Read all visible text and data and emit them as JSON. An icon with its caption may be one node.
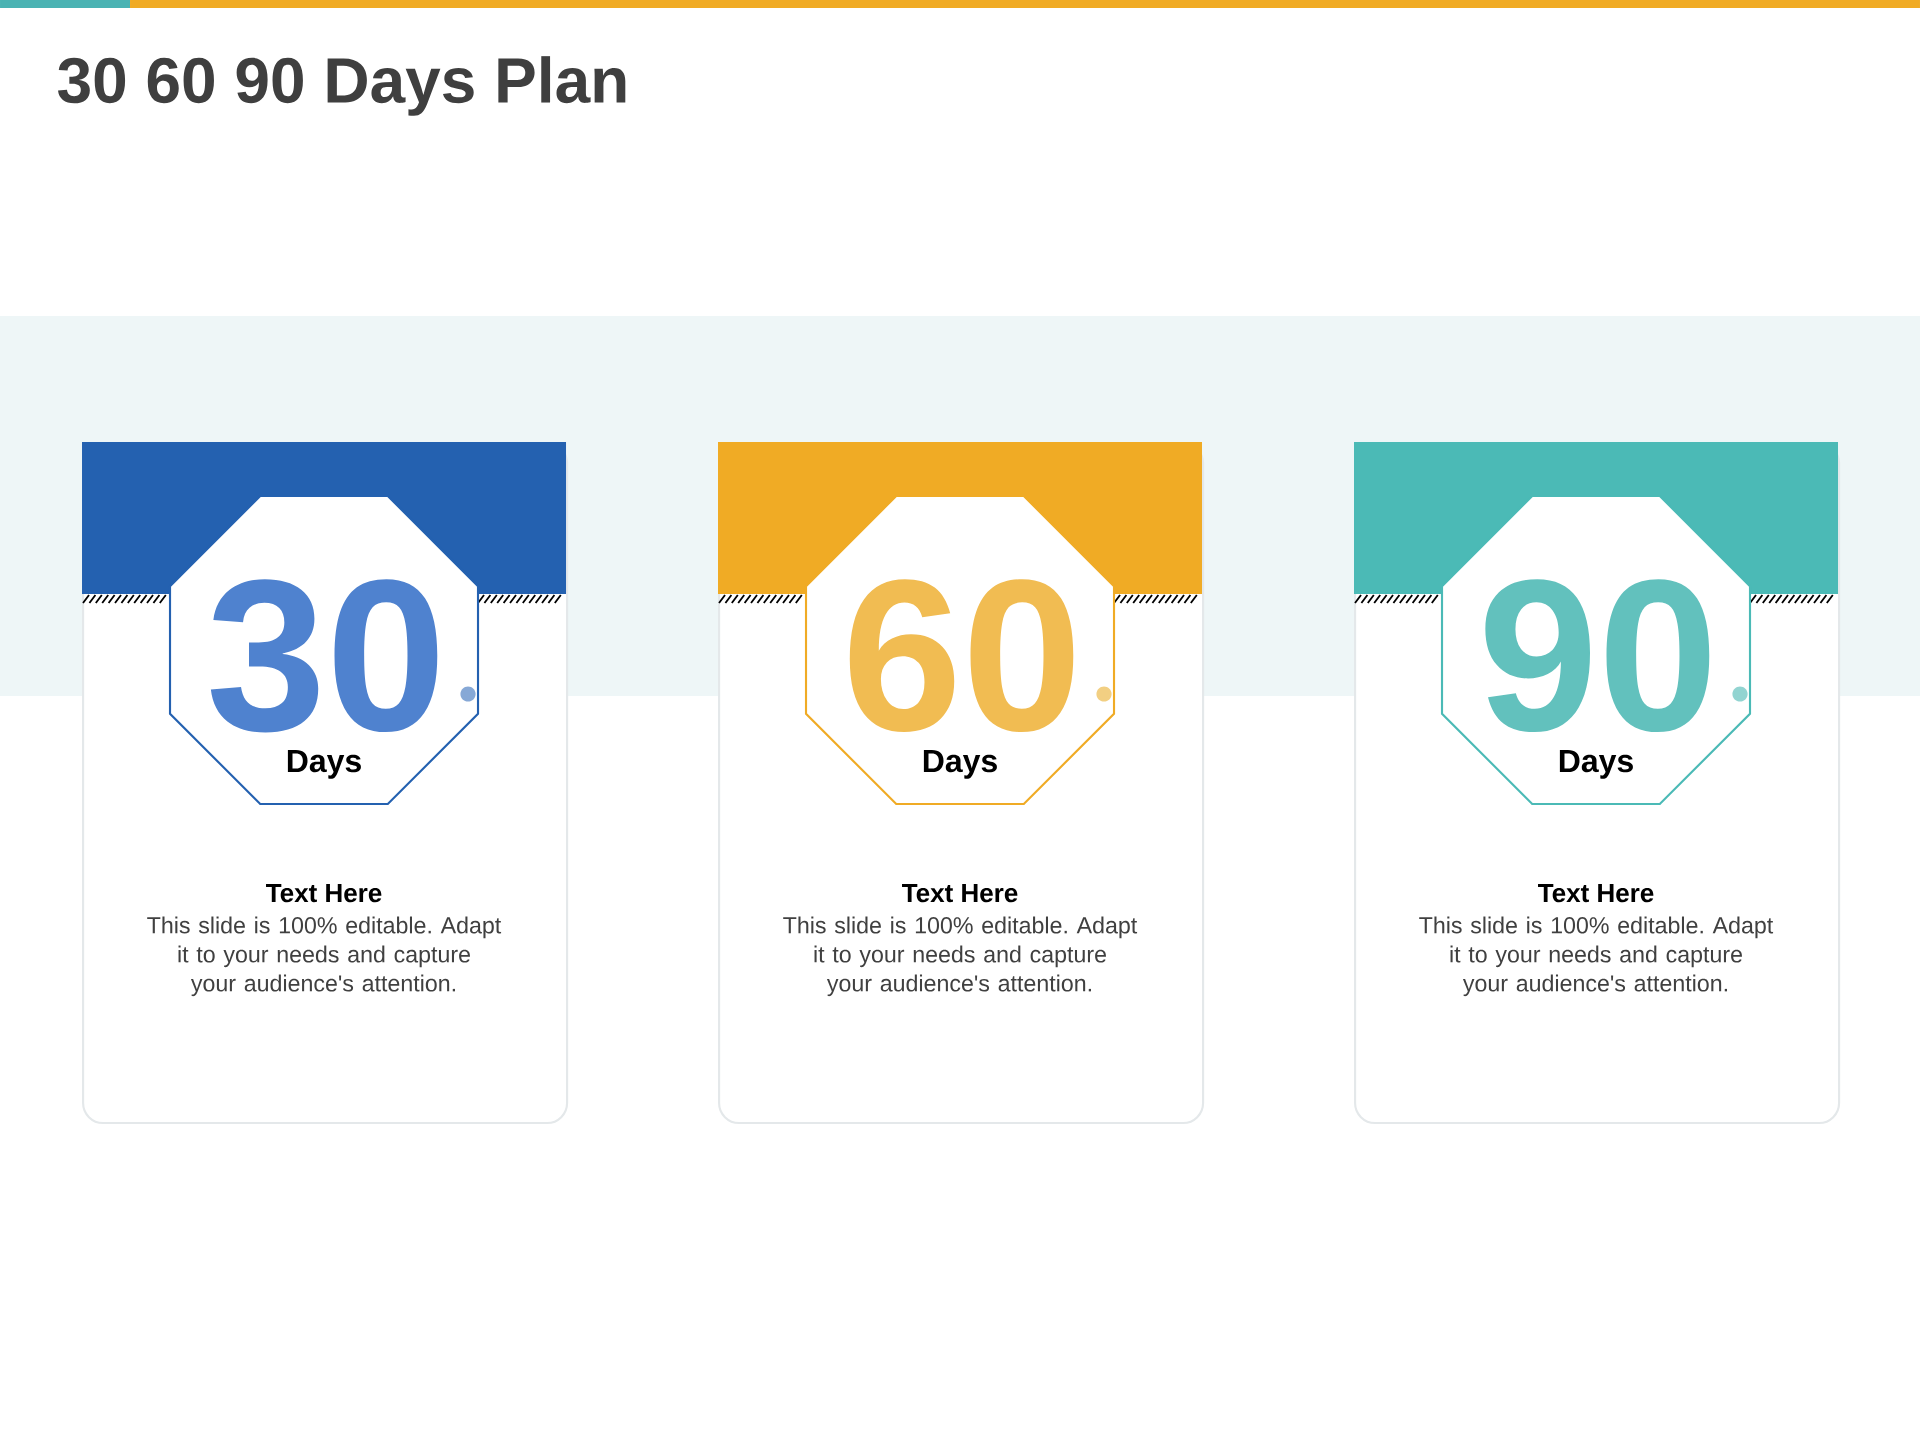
{
  "diagram": {
    "title": "30 60 90 Days Plan",
    "nodes": [
      {
        "text": [
          "Text Here",
          "This slide is 100% editable. Adapt it to your needs and capture your audience's attention."
        ]
      },
      {
        "text": [
          "30",
          "Days"
        ],
        "in": 0
      },
      {
        "text": [
          "Text Here",
          "This slide is 100% editable. Adapt it to your needs and capture your audience's attention."
        ]
      },
      {
        "text": [
          "60",
          "Days"
        ],
        "in": 2
      },
      {
        "text": [
          "Text Here",
          "This slide is 100% editable. Adapt it to your needs and capture your audience's attention."
        ]
      },
      {
        "text": [
          "90",
          "Days"
        ],
        "in": 4
      }
    ]
  }
}
